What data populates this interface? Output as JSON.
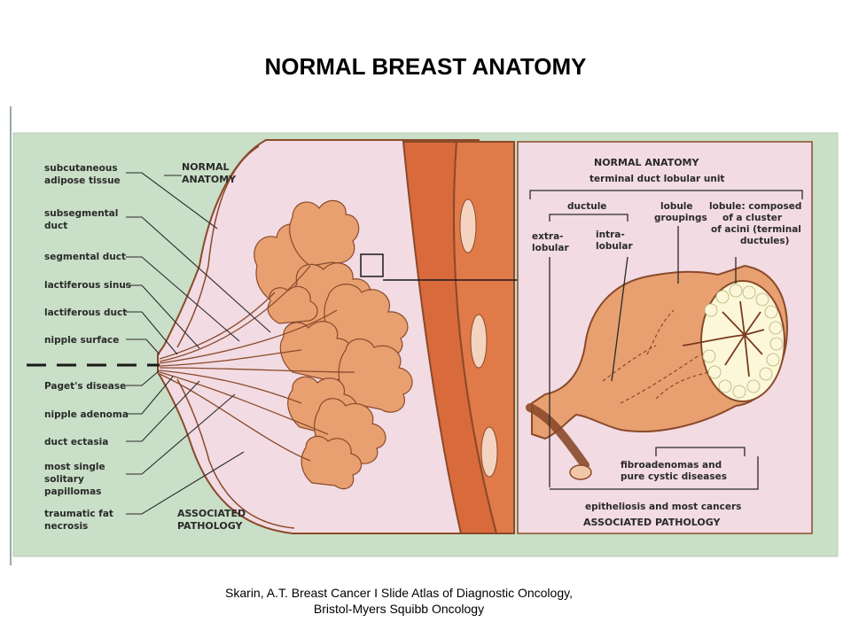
{
  "title": "NORMAL BREAST ANATOMY",
  "figure": {
    "left_panel": {
      "normal_anatomy_heading": [
        "NORMAL",
        "ANATOMY"
      ],
      "associated_pathology_heading": [
        "ASSOCIATED",
        "PATHOLOGY"
      ],
      "labels": [
        [
          "subcutaneous",
          "adipose tissue"
        ],
        [
          "subsegmental",
          "duct"
        ],
        [
          "segmental  duct"
        ],
        [
          "lactiferous sinus"
        ],
        [
          "lactiferous duct"
        ],
        [
          "nipple surface"
        ],
        [
          "Paget's disease"
        ],
        [
          "nipple adenoma"
        ],
        [
          "duct ectasia"
        ],
        [
          "most single",
          "solitary",
          "papillomas"
        ],
        [
          "traumatic fat",
          "necrosis"
        ]
      ]
    },
    "right_panel": {
      "heading": "NORMAL ANATOMY",
      "subheading": "terminal duct lobular unit",
      "ductule": "ductule",
      "extra_lobular": [
        "extra-",
        "lobular"
      ],
      "intra_lobular": [
        "intra-",
        "lobular"
      ],
      "lobule_groupings": [
        "lobule",
        "groupings"
      ],
      "lobule_composed": [
        "lobule: composed",
        "of a cluster",
        "of acini (terminal",
        "ductules)"
      ],
      "fibroadenomas": [
        "fibroadenomas and",
        "pure cystic diseases"
      ],
      "epitheliosis": "epitheliosis and most cancers",
      "associated_pathology": "ASSOCIATED PATHOLOGY"
    }
  },
  "credit": {
    "line1": "Skarin, A.T.  Breast Cancer I Slide Atlas of Diagnostic Oncology,",
    "line2": "Bristol-Myers Squibb Oncology"
  },
  "colors": {
    "panel_green": "#c9dfc7",
    "breast_pink": "#f2dbe3",
    "tissue_orange": "#e8a071",
    "muscle_orange": "#d96a3c",
    "outline_brown": "#8a4a2a"
  }
}
